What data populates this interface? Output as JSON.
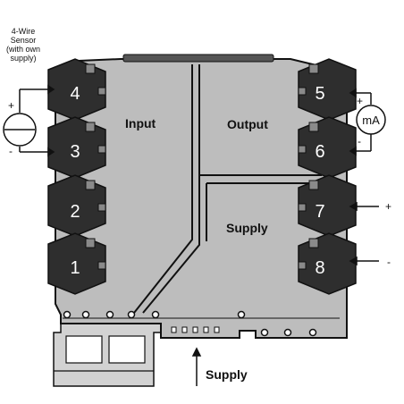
{
  "sensor_note": [
    "4-Wire",
    "Sensor",
    "(with own",
    "supply)"
  ],
  "sections": {
    "input": "Input",
    "output": "Output",
    "supply": "Supply"
  },
  "bottom_label": "Supply",
  "meter_label": "mA",
  "polarity": {
    "plus": "+",
    "minus": "-"
  },
  "terminals_left": [
    "4",
    "3",
    "2",
    "1"
  ],
  "terminals_right": [
    "5",
    "6",
    "7",
    "8"
  ],
  "colors": {
    "housing": "#bdbdbd",
    "terminal": "#2e2e2e",
    "outline": "#111111"
  }
}
